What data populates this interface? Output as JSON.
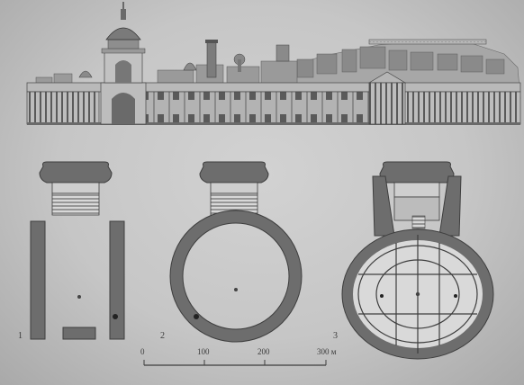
{
  "plan_labels": [
    "1",
    "2",
    "3"
  ],
  "scale": {
    "ticks": [
      "0",
      "100",
      "200",
      "300 м"
    ]
  },
  "colors": {
    "wall": "#6d6d6d",
    "wall_outline": "#3e3e3e",
    "paper": "#cdcdcd",
    "building": "#8c8c8c"
  }
}
